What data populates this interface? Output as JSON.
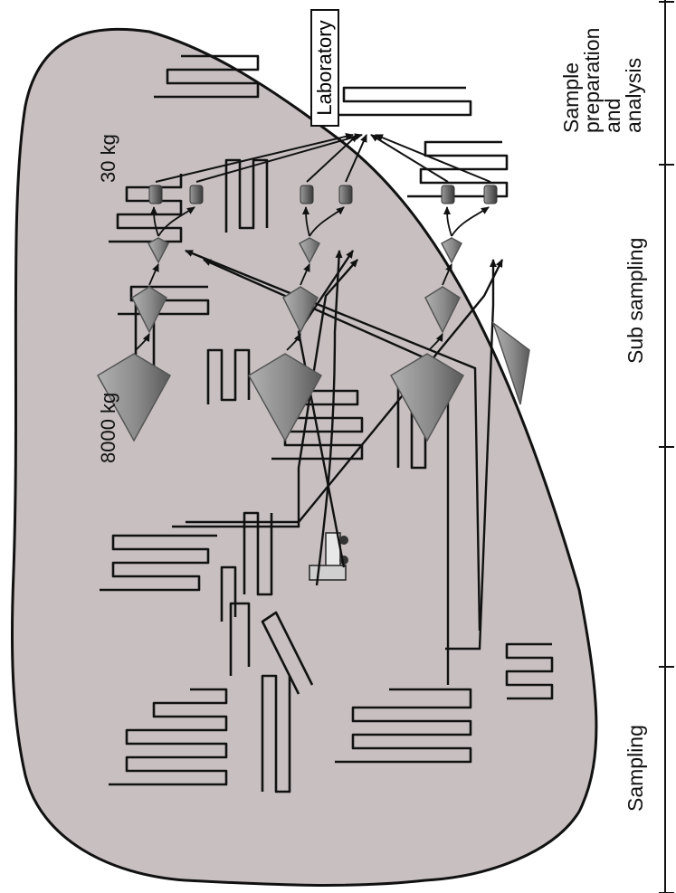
{
  "diagram": {
    "masses": {
      "primary": "8000 kg",
      "final": "30 kg"
    },
    "destination": "Laboratory",
    "phases": {
      "sampling": "Sampling",
      "sub_sampling": "Sub sampling",
      "analysis_lines": [
        "Sample",
        "preparation",
        "and",
        "analysis"
      ]
    },
    "colors": {
      "stockpile_fill": "#c8c0c0",
      "cone_fill": "#8a8a8a",
      "cone_edge": "#555555",
      "line": "#111111"
    },
    "icons": [
      "truck-icon"
    ]
  }
}
